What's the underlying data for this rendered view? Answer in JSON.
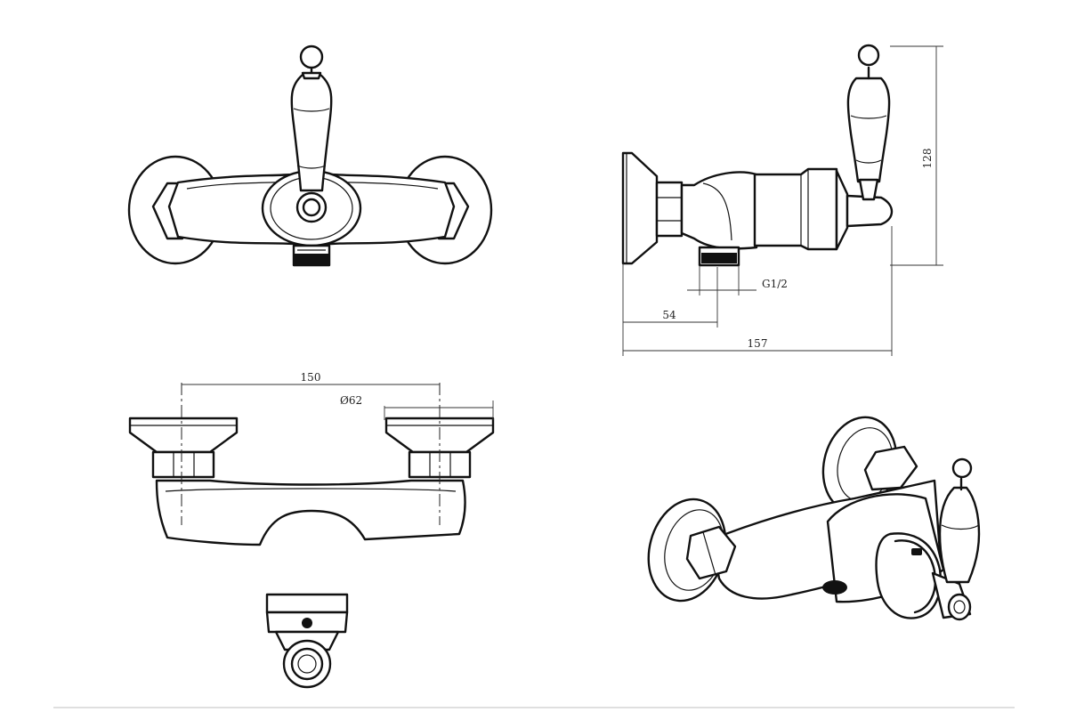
{
  "dimensions": {
    "height": "128",
    "thread": "G1/2",
    "wall_offset": "54",
    "total_depth": "157",
    "center_distance": "150",
    "flange_diameter": "Ø62"
  },
  "colors": {
    "line": "#111111",
    "background": "#ffffff"
  }
}
